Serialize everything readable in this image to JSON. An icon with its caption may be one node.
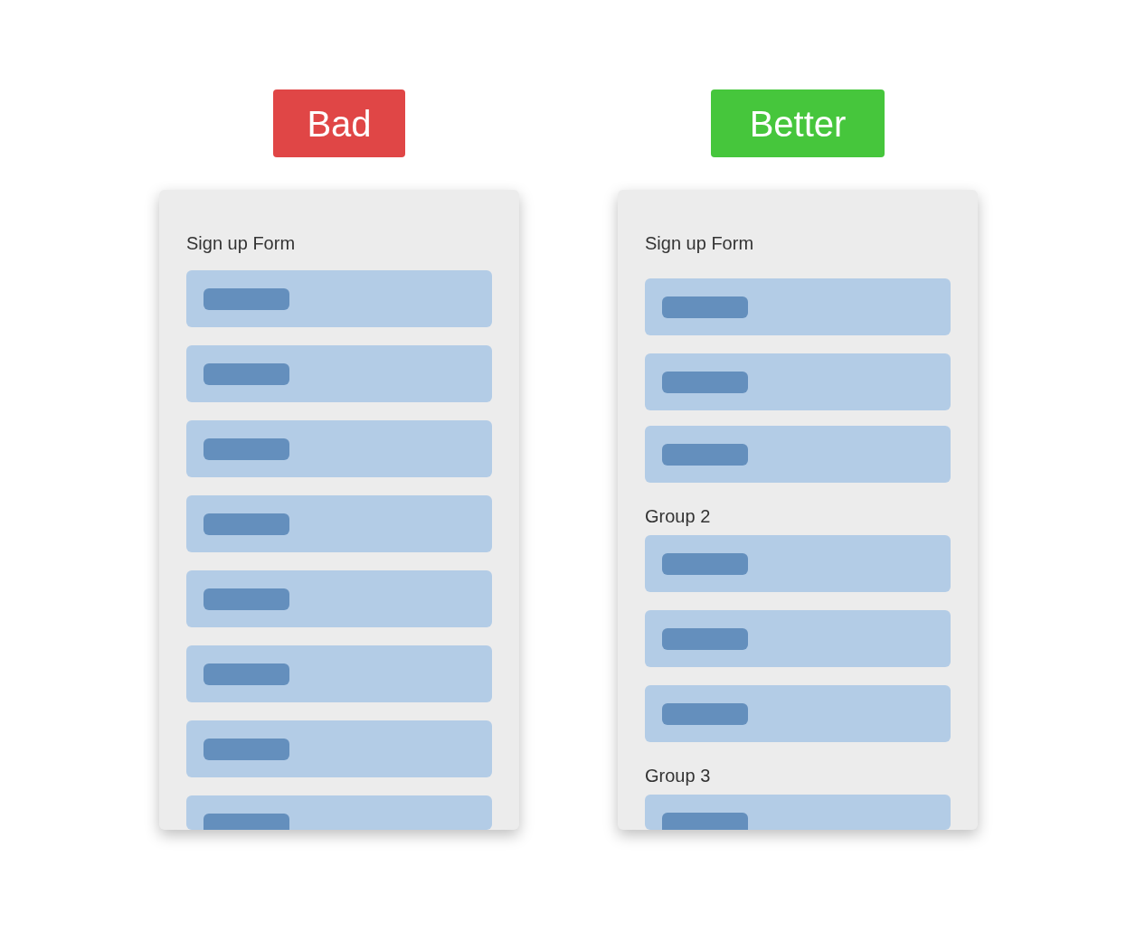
{
  "diagram": {
    "nodes": [
      {
        "text": [
          "Bad"
        ]
      },
      {
        "text": [
          "Better"
        ]
      },
      {
        "text": [
          "Sign up Form"
        ]
      },
      {
        "text": [],
        "shape": "box",
        "in": 2
      },
      {
        "text": [],
        "shape": "box",
        "in": 2
      },
      {
        "text": [],
        "shape": "box",
        "in": 2
      },
      {
        "text": [],
        "shape": "box",
        "in": 2
      },
      {
        "text": [],
        "shape": "box",
        "in": 2
      },
      {
        "text": [],
        "shape": "box",
        "in": 2
      },
      {
        "text": [],
        "shape": "box",
        "in": 2
      },
      {
        "text": [],
        "shape": "box",
        "in": 2
      },
      {
        "text": [
          "Sign up Form",
          "Group 2",
          "Group 3"
        ]
      },
      {
        "text": [],
        "shape": "box",
        "in": 11
      },
      {
        "text": [],
        "shape": "box",
        "in": 11
      },
      {
        "text": [],
        "shape": "box",
        "in": 11
      },
      {
        "text": [],
        "shape": "box",
        "in": 11
      },
      {
        "text": [],
        "shape": "box",
        "in": 11
      },
      {
        "text": [],
        "shape": "box",
        "in": 11
      },
      {
        "text": [],
        "shape": "box",
        "in": 11
      }
    ]
  }
}
